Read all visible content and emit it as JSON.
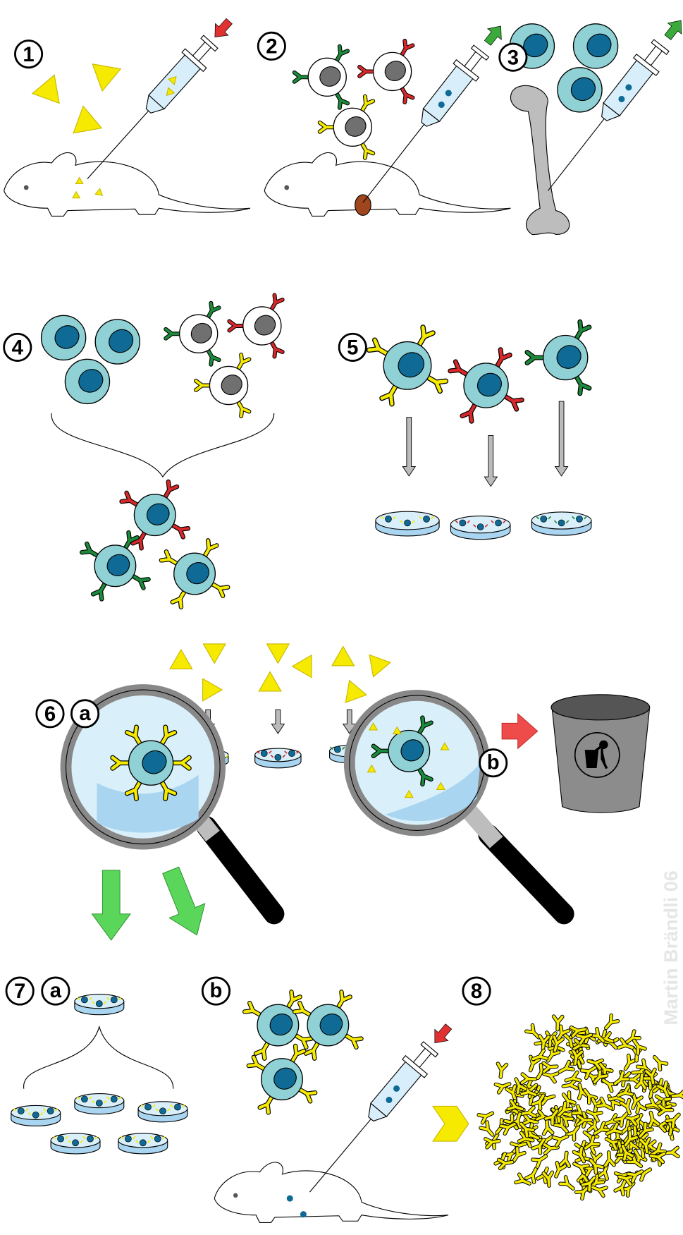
{
  "steps": {
    "s1": "1",
    "s2": "2",
    "s3": "3",
    "s4": "4",
    "s5": "5",
    "s6": "6",
    "s7": "7",
    "s8": "8"
  },
  "sub": {
    "a6": "a",
    "b6": "b",
    "a7": "a",
    "b7": "b"
  },
  "watermark": "Martin Brändli 06",
  "colors": {
    "antigen": "#f5ea00",
    "hybridoma": "#8fd1d4",
    "nucleus": "#0f6b96",
    "bcell_nucleus": "#707070",
    "ab_yellow": "#f5ea00",
    "ab_red": "#d8282a",
    "ab_green": "#1b8a3a",
    "dish": "#d9effa",
    "dish_side": "#a9d5f0",
    "arrow_green": "#5ad65a",
    "arrow_red": "#ee4b4b",
    "bin": "#8c8c8c"
  }
}
